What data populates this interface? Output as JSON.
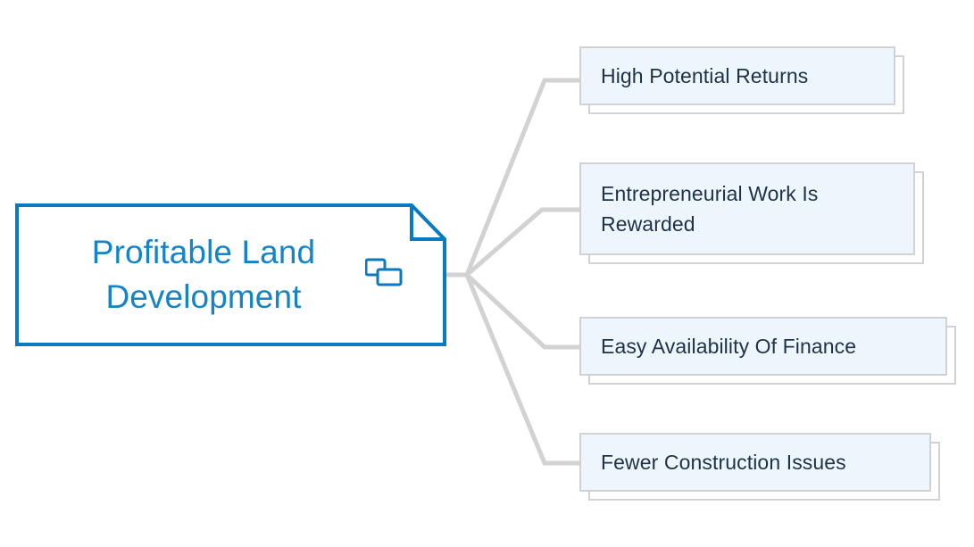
{
  "diagram": {
    "type": "mind-map",
    "background_color": "#ffffff",
    "root": {
      "label": "Profitable Land\nDevelopment",
      "label_line_1": "Profitable Land",
      "label_line_2": "Development",
      "text_color": "#1484c8",
      "border_color": "#0a7ac0",
      "fill_color": "#ffffff",
      "icon": "copy-duplicate-icon",
      "icon_color": "#0a7ac0",
      "corner": "folded-top-right"
    },
    "connector_color": "#d2d2d2",
    "children": [
      {
        "label": "High Potential Returns",
        "fill_color": "#eef6fd",
        "border_color": "#d2d2d2",
        "text_color": "#1f3148"
      },
      {
        "label": "Entrepreneurial Work Is Rewarded",
        "fill_color": "#eef6fd",
        "border_color": "#d2d2d2",
        "text_color": "#1f3148"
      },
      {
        "label": "Easy Availability Of Finance",
        "fill_color": "#eef6fd",
        "border_color": "#d2d2d2",
        "text_color": "#1f3148"
      },
      {
        "label": "Fewer Construction Issues",
        "fill_color": "#eef6fd",
        "border_color": "#d2d2d2",
        "text_color": "#1f3148"
      }
    ]
  }
}
